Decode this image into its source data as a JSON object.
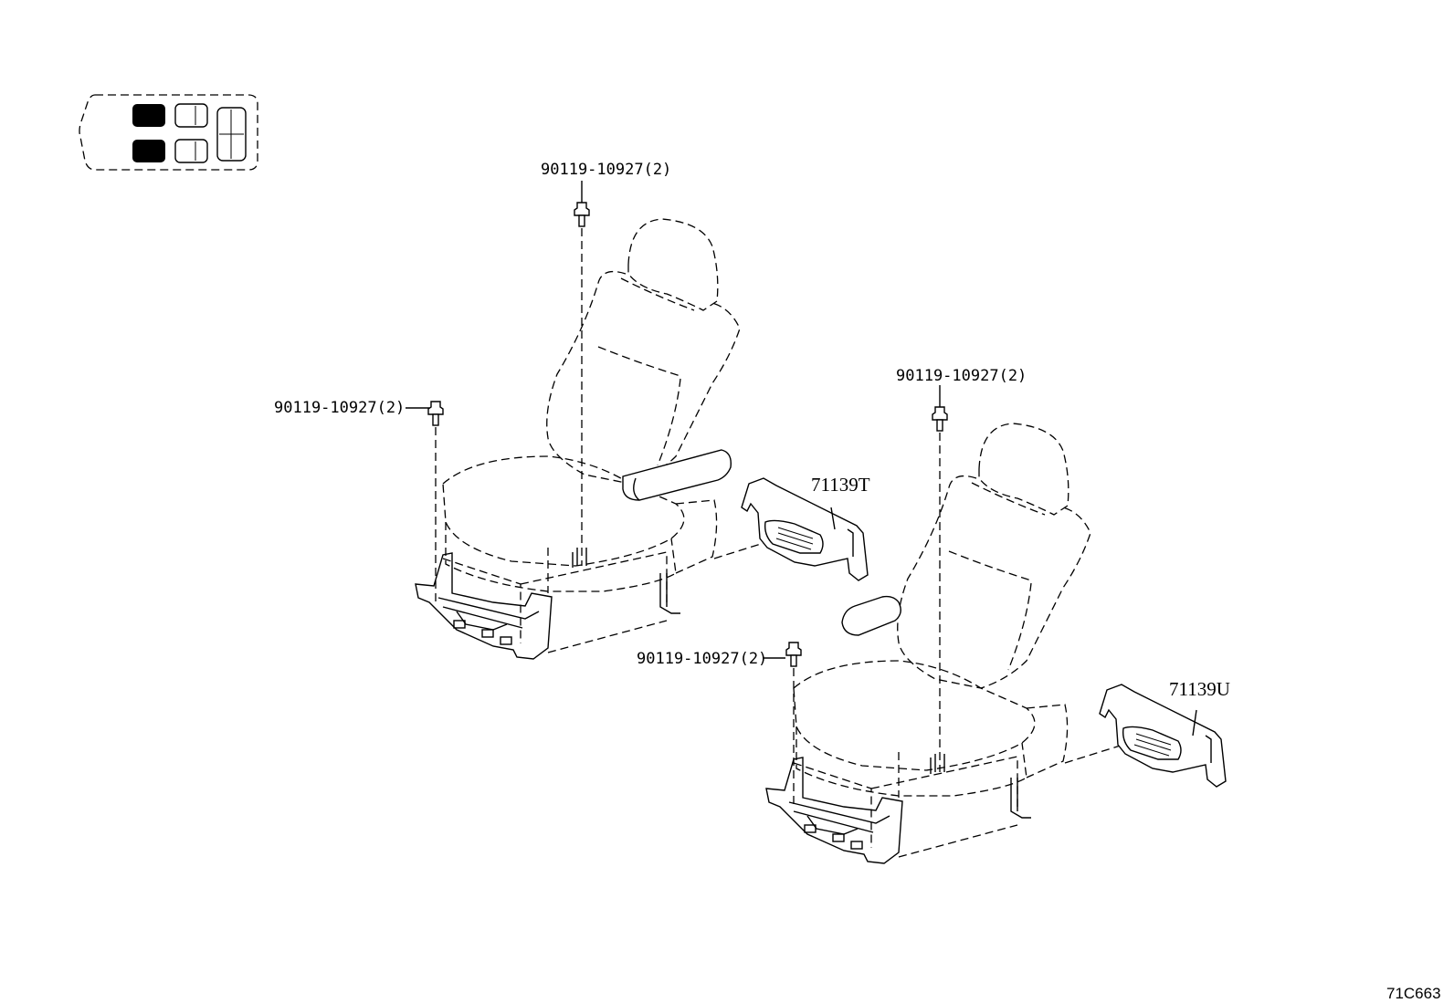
{
  "callouts": {
    "bolt_top_left_seat": "90119-10927(2)",
    "bolt_side_left_seat": "90119-10927(2)",
    "bolt_top_right_seat": "90119-10927(2)",
    "bolt_side_right_seat": "90119-10927(2)",
    "cover_left": "71139T",
    "cover_right": "71139U"
  },
  "reference_code": "71C663",
  "locator": {
    "highlighted_seats": [
      "front-left",
      "rear-left"
    ]
  }
}
